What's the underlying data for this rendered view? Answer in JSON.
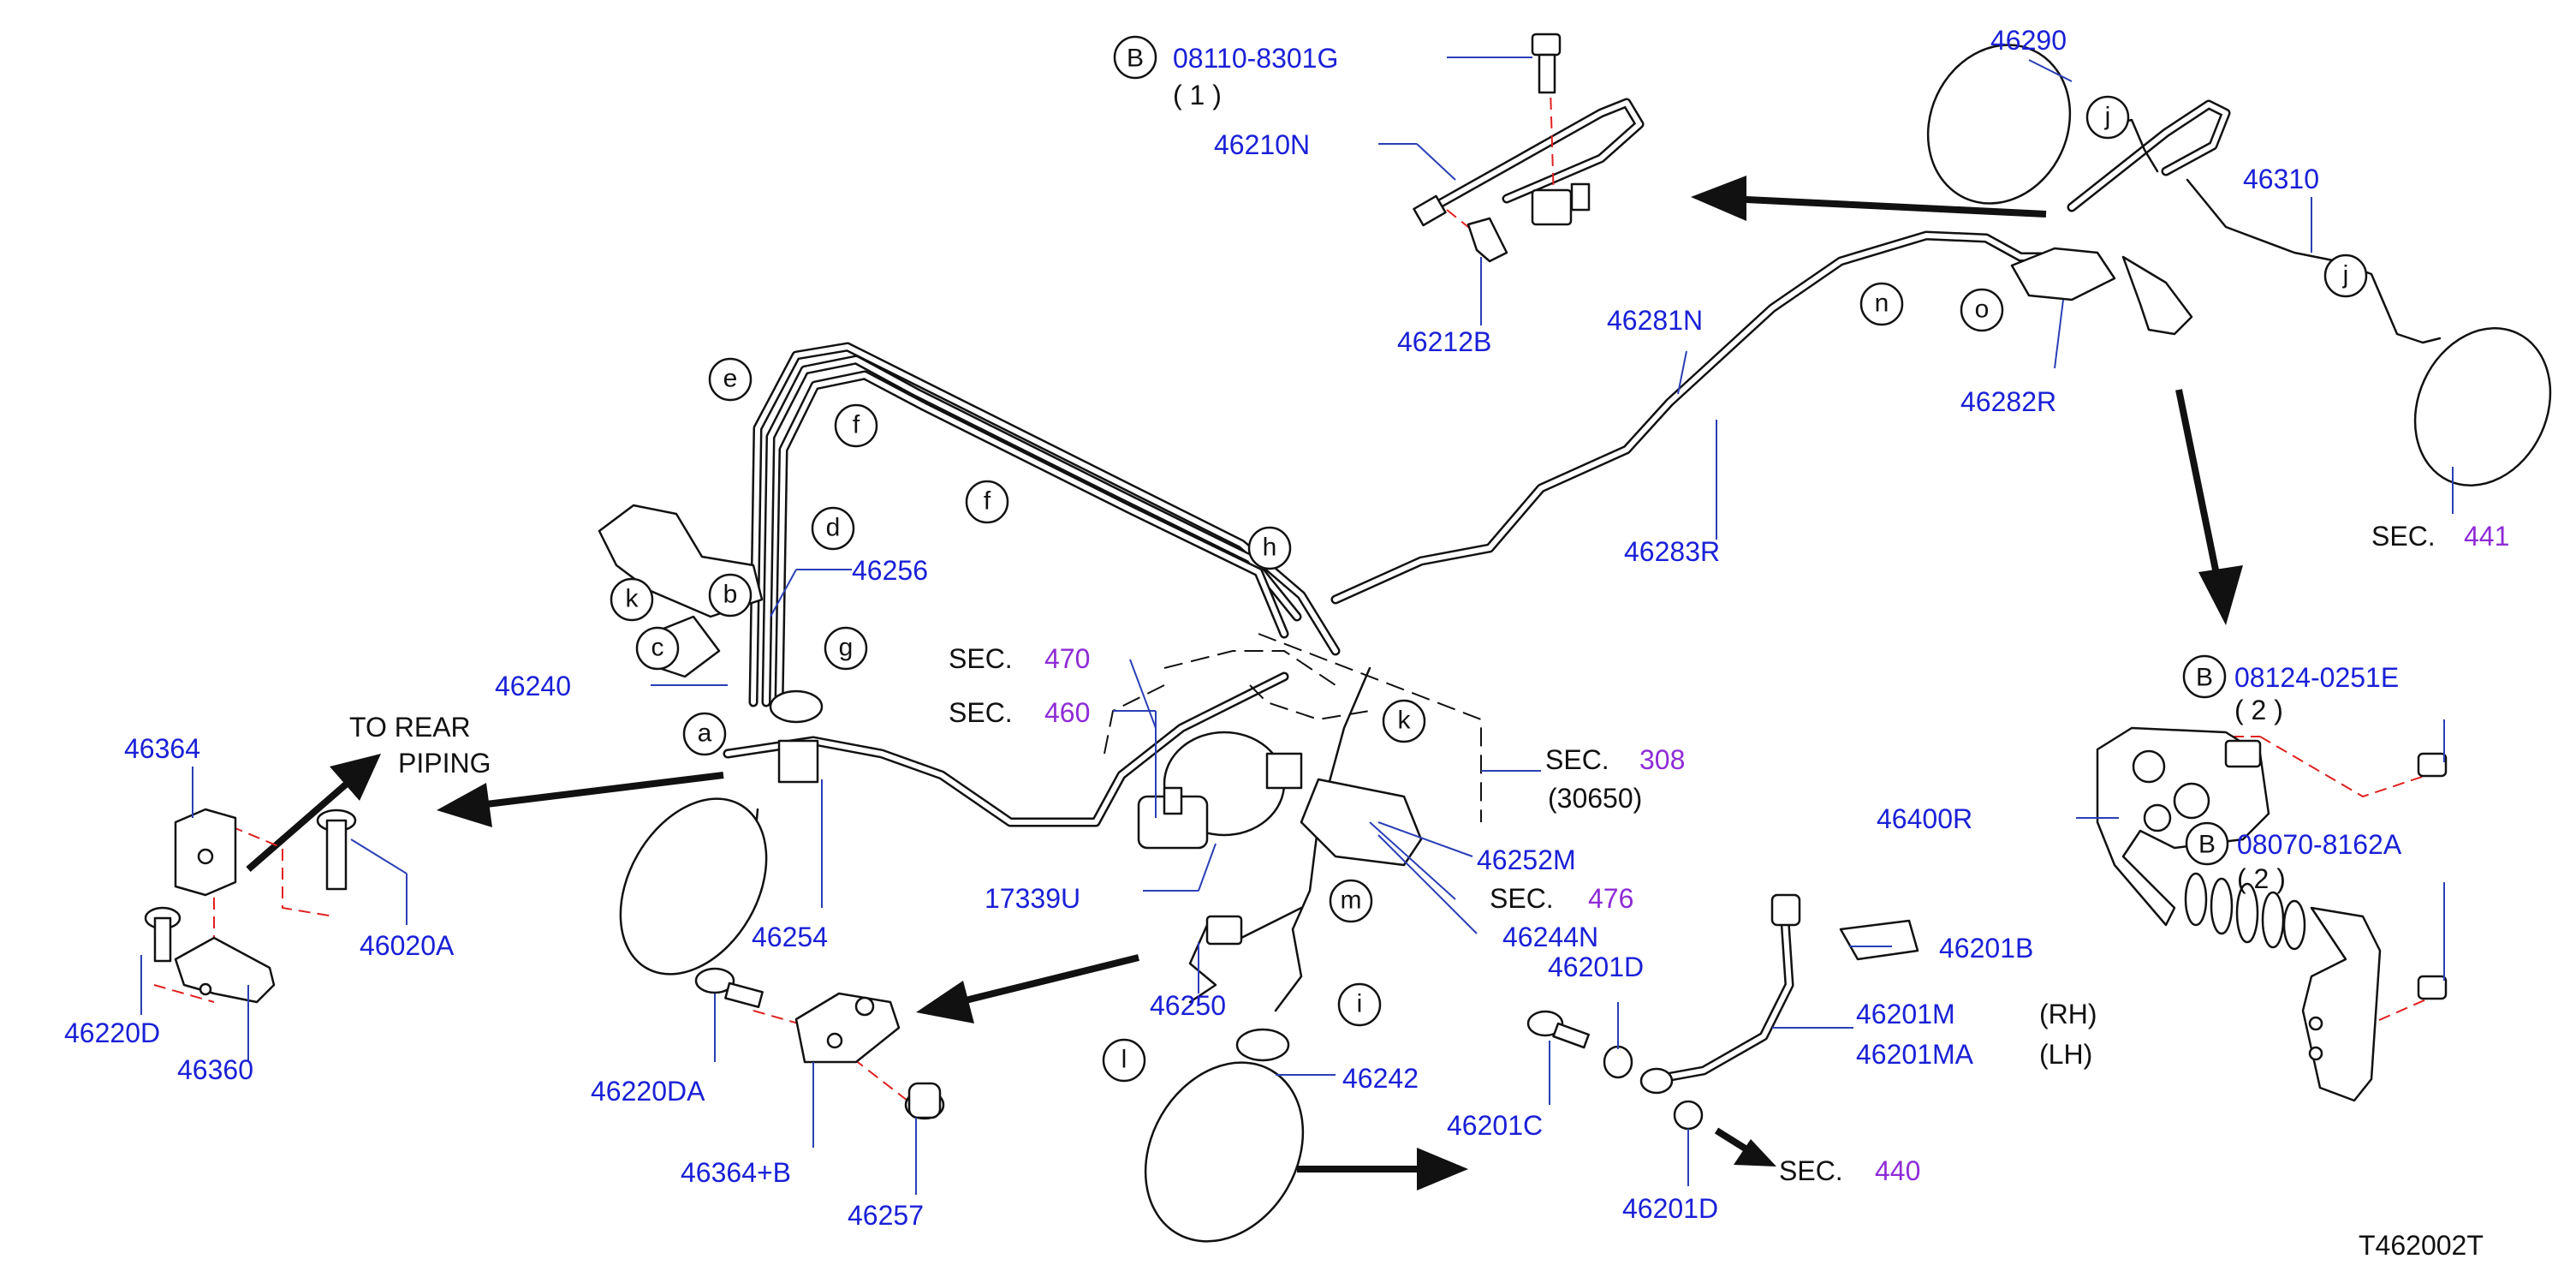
{
  "labels": {
    "p08110": "08110-8301G",
    "q1": "( 1 )",
    "p46210N": "46210N",
    "p46212B": "46212B",
    "p46290": "46290",
    "p46310": "46310",
    "p46281N": "46281N",
    "p46282R": "46282R",
    "p46283R": "46283R",
    "sec441_a": "SEC.",
    "sec441_b": "441",
    "p08124": "08124-0251E",
    "q2a": "( 2 )",
    "p46400R": "46400R",
    "p08070": "08070-8162A",
    "q2b": "( 2 )",
    "p46256": "46256",
    "p46240": "46240",
    "sec470_a": "SEC.",
    "sec470_b": "470",
    "sec460_a": "SEC.",
    "sec460_b": "460",
    "sec308_a": "SEC.",
    "sec308_b": "308",
    "sec308_c": "(30650)",
    "to_rear_1": "TO  REAR",
    "to_rear_2": "PIPING",
    "p46364": "46364",
    "p46020A": "46020A",
    "p46220D": "46220D",
    "p46360": "46360",
    "p46254": "46254",
    "p17339U": "17339U",
    "p46252M": "46252M",
    "sec476_a": "SEC.",
    "sec476_b": "476",
    "p46244N": "46244N",
    "p46250": "46250",
    "p46242": "46242",
    "p46220DA": "46220DA",
    "p46364B": "46364+B",
    "p46257": "46257",
    "p46201D_a": "46201D",
    "p46201B": "46201B",
    "p46201M": "46201M",
    "p46201MA": "46201MA",
    "rh": "(RH)",
    "lh": "(LH)",
    "p46201C": "46201C",
    "p46201D_b": "46201D",
    "sec440_a": "SEC.",
    "sec440_b": "440",
    "code": "T462002T"
  },
  "callouts": [
    "B",
    "B",
    "B",
    "a",
    "b",
    "c",
    "d",
    "e",
    "f",
    "f",
    "g",
    "h",
    "i",
    "j",
    "j",
    "k",
    "k",
    "l",
    "m",
    "n",
    "o"
  ],
  "colors": {
    "part_number": "#1a20d6",
    "section_ref": "#8e2bd6",
    "leader": "#2a3fb5",
    "centerline": "#e0201f",
    "line": "#111111"
  }
}
